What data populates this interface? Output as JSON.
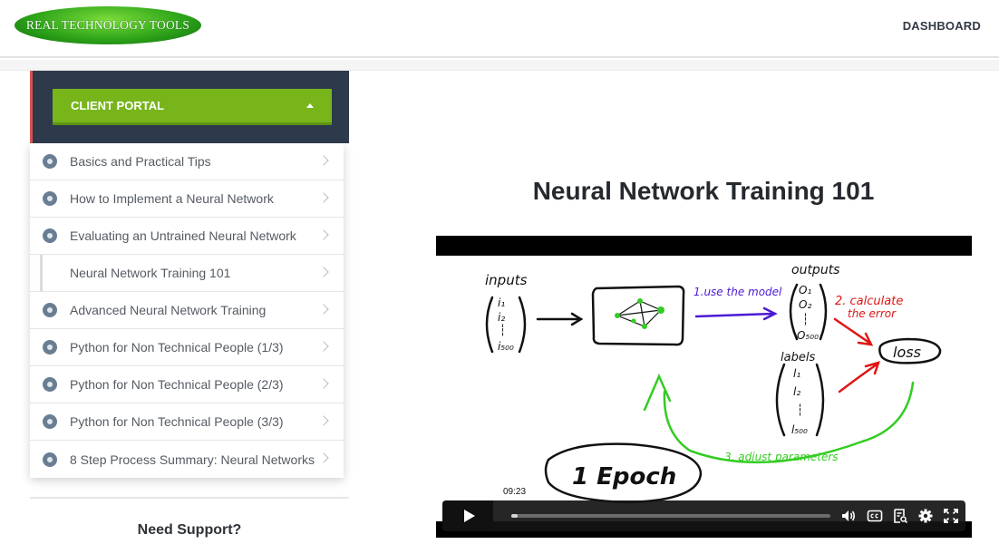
{
  "header": {
    "logo_text": "REAL TECHNOLOGY TOOLS",
    "nav_dashboard": "DASHBOARD"
  },
  "sidebar": {
    "portal_button": "CLIENT PORTAL",
    "items": [
      {
        "label": "Basics and Practical Tips",
        "active": false
      },
      {
        "label": "How to Implement a Neural Network",
        "active": false
      },
      {
        "label": "Evaluating an Untrained Neural Network",
        "active": false
      },
      {
        "label": "Neural Network Training 101",
        "active": true
      },
      {
        "label": "Advanced Neural Network Training",
        "active": false
      },
      {
        "label": "Python for Non Technical People (1/3)",
        "active": false
      },
      {
        "label": "Python for Non Technical People (2/3)",
        "active": false
      },
      {
        "label": "Python for Non Technical People (3/3)",
        "active": false
      },
      {
        "label": "8 Step Process Summary: Neural Networks",
        "active": false
      }
    ],
    "support_title": "Need Support?"
  },
  "main": {
    "title": "Neural Network Training 101",
    "video": {
      "time_tooltip": "09:23",
      "progress_fraction": 0.02,
      "whiteboard": {
        "inputs": "inputs",
        "i1": "i₁",
        "i2": "i₂",
        "i500": "i₅₀₀",
        "step1": "1.use the model",
        "outputs": "outputs",
        "o1": "O₁",
        "o2": "O₂",
        "o500": "O₅₀₀",
        "step2a": "2. calculate",
        "step2b": "the error",
        "loss": "loss",
        "labels": "labels",
        "l1": "l₁",
        "l2": "l₂",
        "l500": "l₅₀₀",
        "step3": "3. adjust parameters",
        "epoch": "1 Epoch"
      }
    }
  },
  "colors": {
    "portal_green": "#77b51b",
    "portal_bg": "#2c3a4b",
    "accent_red": "#d9534f",
    "wb_blue": "#4a1ad6",
    "wb_red": "#e01515",
    "wb_green": "#33cc22"
  }
}
